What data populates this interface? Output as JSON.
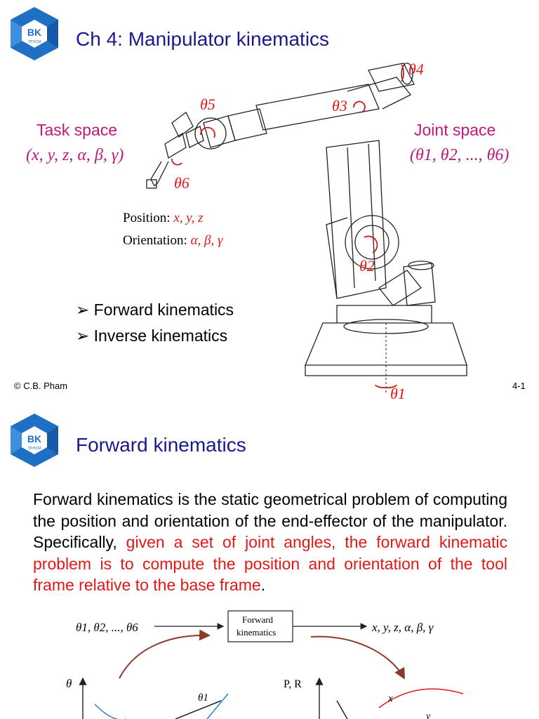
{
  "slide1": {
    "logo": {
      "text": "BK",
      "subtext": "TP.HCM"
    },
    "title": "Ch 4: Manipulator kinematics",
    "task_space": {
      "label": "Task space",
      "vars": "(x, y, z, α, β, γ)"
    },
    "joint_space": {
      "label": "Joint space",
      "vars": "(θ1, θ2, ..., θ6)"
    },
    "position": {
      "label": "Position:",
      "vars": "x, y, z"
    },
    "orientation": {
      "label": "Orientation:",
      "vars": "α, β, γ"
    },
    "joints": [
      "θ1",
      "θ2",
      "θ3",
      "θ4",
      "θ5",
      "θ6"
    ],
    "bullets": [
      "Forward kinematics",
      "Inverse kinematics"
    ],
    "footer_left": "© C.B. Pham",
    "footer_right": "4-1"
  },
  "slide2": {
    "logo": {
      "text": "BK",
      "subtext": "TP.HCM"
    },
    "title": "Forward kinematics",
    "paragraph_black": "Forward kinematics is the static geometrical problem of computing the position and orientation of the end-effector of the manipulator. Specifically, ",
    "paragraph_red": "given a set of joint angles, the forward kinematic problem is to compute the position and orientation of the tool frame relative to the base frame",
    "paragraph_end": ".",
    "diagram": {
      "input": "θ1, θ2, ..., θ6",
      "box_line1": "Forward",
      "box_line2": "kinematics",
      "output": "x, y, z, α, β, γ",
      "left_axis": "θ",
      "left_curve": "θ1",
      "right_axis": "P, R",
      "right_curve_x": "x",
      "right_curve_y": "y"
    }
  },
  "colors": {
    "title": "#1a1a8c",
    "magenta": "#c0187a",
    "red": "#e01818",
    "logo": "#1f6fc4"
  }
}
